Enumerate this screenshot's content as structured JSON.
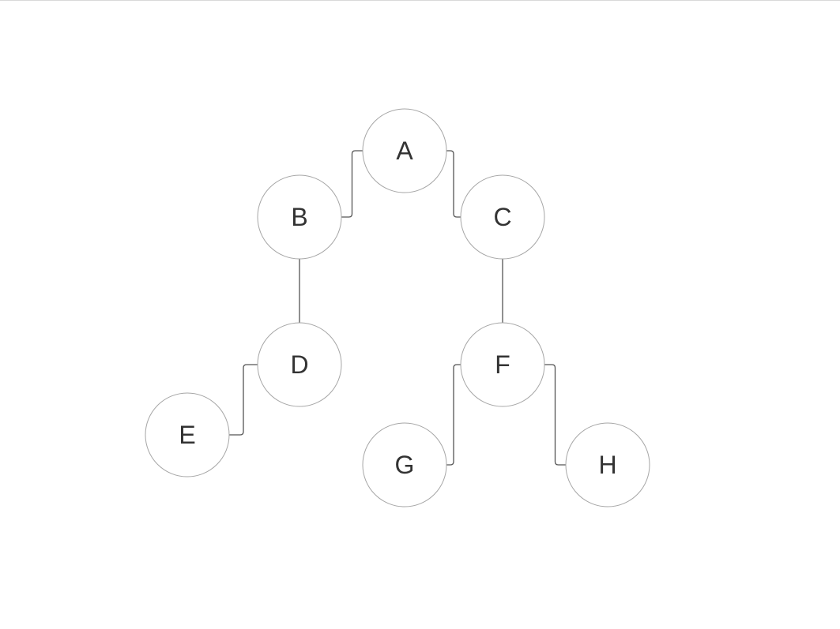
{
  "diagram": {
    "type": "tree",
    "nodes": [
      {
        "id": "A",
        "label": "A"
      },
      {
        "id": "B",
        "label": "B"
      },
      {
        "id": "C",
        "label": "C"
      },
      {
        "id": "D",
        "label": "D"
      },
      {
        "id": "E",
        "label": "E"
      },
      {
        "id": "F",
        "label": "F"
      },
      {
        "id": "G",
        "label": "G"
      },
      {
        "id": "H",
        "label": "H"
      }
    ],
    "edges": [
      {
        "from": "A",
        "to": "B"
      },
      {
        "from": "A",
        "to": "C"
      },
      {
        "from": "B",
        "to": "D"
      },
      {
        "from": "D",
        "to": "E"
      },
      {
        "from": "C",
        "to": "F"
      },
      {
        "from": "F",
        "to": "G"
      },
      {
        "from": "F",
        "to": "H"
      }
    ],
    "colors": {
      "node_stroke": "#a6a6a6",
      "node_fill": "#ffffff",
      "edge": "#555555",
      "label": "#333333"
    }
  }
}
